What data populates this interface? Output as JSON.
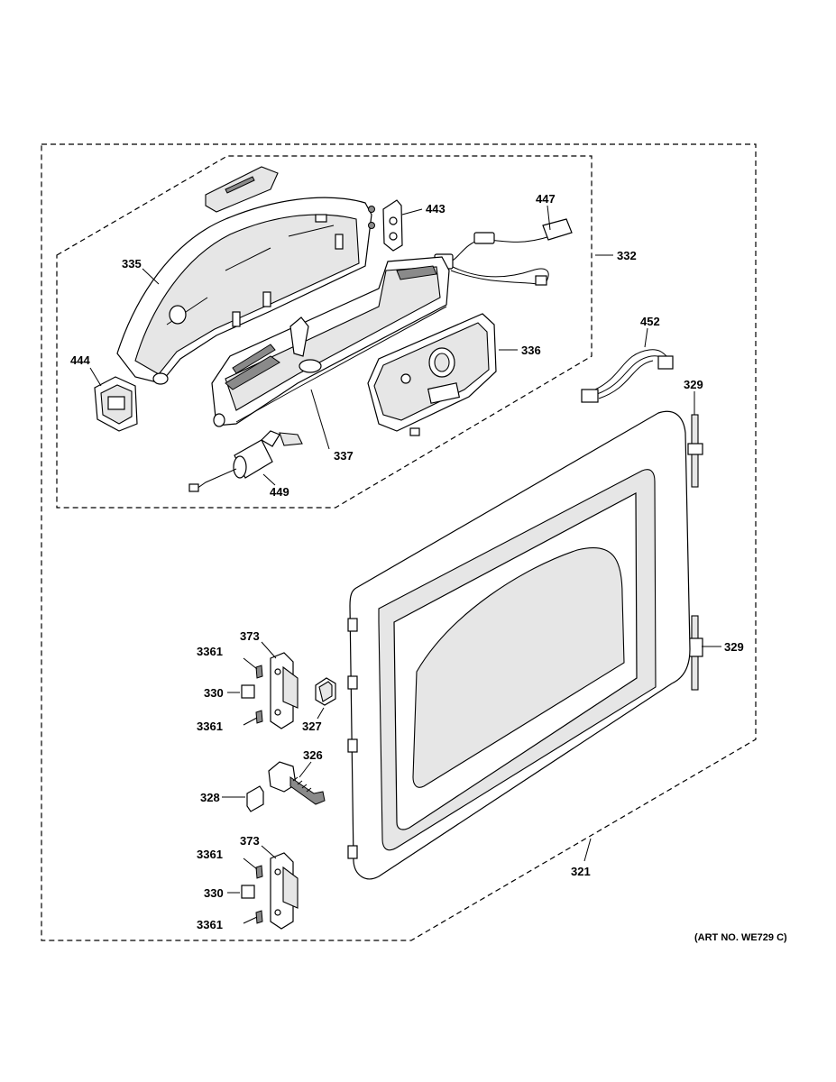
{
  "callouts": {
    "c335": "335",
    "c443": "443",
    "c447": "447",
    "c332": "332",
    "c444": "444",
    "c336": "336",
    "c337": "337",
    "c449": "449",
    "c452": "452",
    "c329a": "329",
    "c329b": "329",
    "c373a": "373",
    "c3361a": "3361",
    "c330a": "330",
    "c327": "327",
    "c3361b": "3361",
    "c326": "326",
    "c328": "328",
    "c373b": "373",
    "c3361c": "3361",
    "c330b": "330",
    "c3361d": "3361",
    "c321": "321"
  },
  "art_number": "(ART NO. WE729 C)"
}
